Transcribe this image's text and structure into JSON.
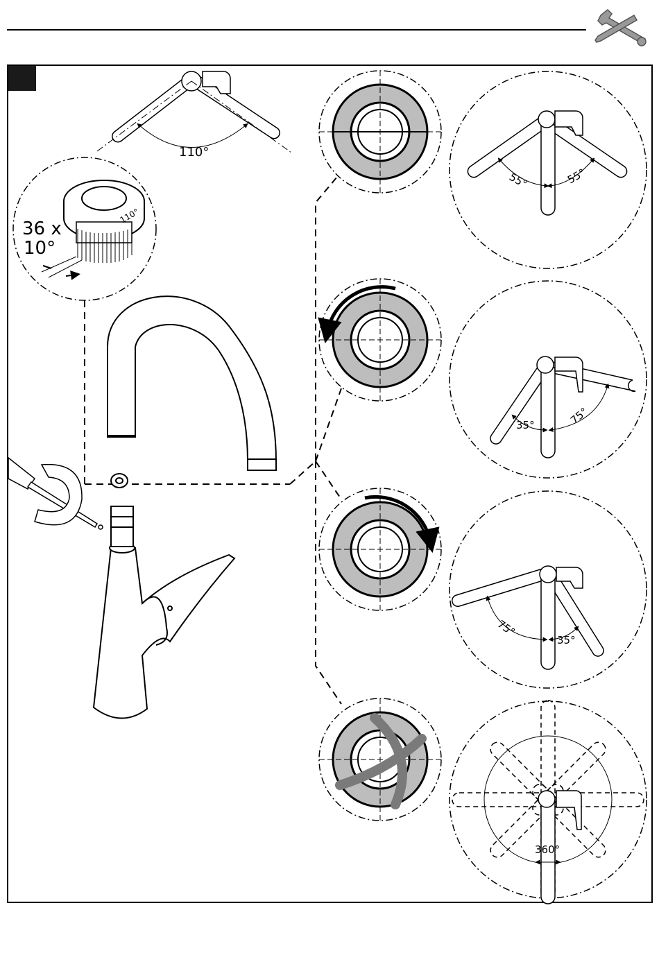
{
  "header": {
    "tools_icon": "wrench-screwdriver-icon"
  },
  "step": {
    "marker": "black-square"
  },
  "angles": {
    "top_span": "110°",
    "ring_angle": "110°",
    "count": "36 x",
    "step": "10°",
    "r1_left": "55°",
    "r1_right": "55°",
    "r2_left": "35°",
    "r2_right": "75°",
    "r3_left": "75°",
    "r3_right": "35°",
    "r4_full": "360°"
  },
  "colors": {
    "cartridge_gray": "#bdbdbd",
    "cross_gray": "#7a7a7a",
    "line": "#000000"
  }
}
